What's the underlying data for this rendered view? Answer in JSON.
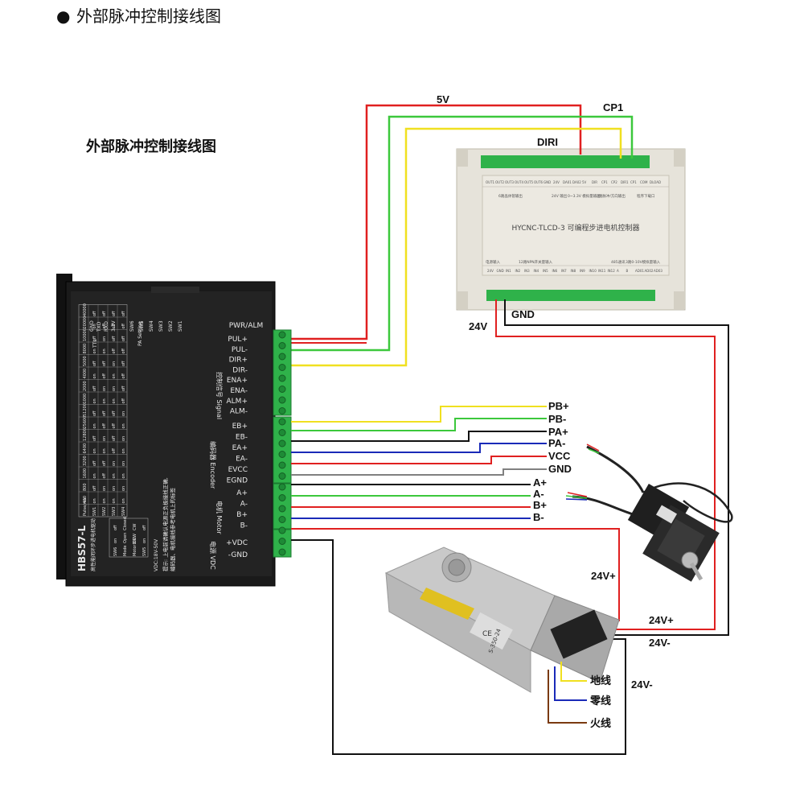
{
  "header": {
    "bullet": "●",
    "title": "外部脉冲控制接线图"
  },
  "subtitle": "外部脉冲控制接线图",
  "controller": {
    "model": "HYCNC-TLCD-3 可编程步进电机控制器",
    "top_terms": [
      "OUT1",
      "OUT2",
      "OUT3",
      "OUT4",
      "OUT5",
      "OUT6",
      "GND",
      "24V",
      "DA01",
      "DA02",
      "5V",
      "DIR",
      "CP1",
      "CP2",
      "DIR1",
      "CP1",
      "COM",
      "DLOAD"
    ],
    "top_notes": [
      "6路晶体管输出",
      "24V 输出",
      "0~3.3V 模拟量输出",
      "3路脉冲/方向输出",
      "程序下载口"
    ],
    "bottom_terms": [
      "24V",
      "GND",
      "IN1",
      "IN2",
      "IN3",
      "IN4",
      "IN5",
      "IN6",
      "IN7",
      "IN8",
      "IN9",
      "IN10",
      "IN11",
      "IN12",
      "A",
      "B",
      "AD01",
      "AD02",
      "AD03"
    ],
    "bottom_notes": [
      "电源输入",
      "12路NPN开关量输入",
      "485通讯",
      "3路0-10V模拟量输入"
    ]
  },
  "driver": {
    "model": "HBS57-L",
    "desc": "高性能闭环步进电机驱动",
    "warning1": "提示: 上电前请确认电源正负极接线正确,",
    "warning2": "编码器、电机接线参考电机上的标签",
    "vdc_range": "VDC:18V-50V",
    "ttl_pins": [
      "GND",
      "TXD",
      "RXD",
      "3.3V"
    ],
    "ttl_label": "TTL",
    "pa_pins": [
      "SW6",
      "SW5",
      "SW4",
      "SW3",
      "SW2",
      "SW1"
    ],
    "pa_label": "PA Setting",
    "pwr_alm": "PWR/ALM",
    "table_header": [
      "Pulse/rev",
      "SW1",
      "SW2",
      "SW3",
      "SW4"
    ],
    "rows": [
      [
        "400",
        "on",
        "on",
        "on",
        "on"
      ],
      [
        "800",
        "off",
        "on",
        "on",
        "on"
      ],
      [
        "1600",
        "on",
        "off",
        "on",
        "on"
      ],
      [
        "3200",
        "off",
        "off",
        "on",
        "on"
      ],
      [
        "6400",
        "on",
        "on",
        "off",
        "on"
      ],
      [
        "12800",
        "off",
        "on",
        "off",
        "on"
      ],
      [
        "25600",
        "on",
        "off",
        "off",
        "on"
      ],
      [
        "51200",
        "off",
        "off",
        "off",
        "on"
      ],
      [
        "1000",
        "on",
        "on",
        "on",
        "off"
      ],
      [
        "2000",
        "off",
        "on",
        "on",
        "off"
      ],
      [
        "4000",
        "on",
        "off",
        "on",
        "off"
      ],
      [
        "5000",
        "off",
        "off",
        "on",
        "off"
      ],
      [
        "8000",
        "on",
        "on",
        "off",
        "off"
      ],
      [
        "10000",
        "off",
        "on",
        "off",
        "off"
      ],
      [
        "20000",
        "on",
        "off",
        "off",
        "off"
      ],
      [
        "40000",
        "off",
        "off",
        "off",
        "off"
      ]
    ],
    "mode_header": [
      "SW6",
      "Mode",
      "MotorDIR",
      "SW5"
    ],
    "mode_rows": [
      [
        "on",
        "Open",
        "CCW",
        "on"
      ],
      [
        "off",
        "Closed",
        "CW",
        "off"
      ]
    ],
    "signal_group": "控制信号 Signal",
    "signal_pins": [
      "PUL+",
      "PUL-",
      "DIR+",
      "DIR-",
      "ENA+",
      "ENA-",
      "ALM+",
      "ALM-"
    ],
    "encoder_group": "编码器 Encoder",
    "encoder_pins": [
      "EB+",
      "EB-",
      "EA+",
      "EA-",
      "EVCC",
      "EGND"
    ],
    "motor_group": "电机 Motor",
    "motor_pins": [
      "A+",
      "A-",
      "B+",
      "B-"
    ],
    "power_group": "电源 VDC",
    "power_pins": [
      "+VDC",
      "-GND"
    ]
  },
  "labels": {
    "5v": "5V",
    "cp1": "CP1",
    "diri": "DIRI",
    "gnd": "GND",
    "24v": "24V",
    "encoder_wires": [
      "PB+",
      "PB-",
      "PA+",
      "PA-",
      "VCC",
      "GND"
    ],
    "motor_wires": [
      "A+",
      "A-",
      "B+",
      "B-"
    ],
    "psu_24v_plus_a": "24V+",
    "psu_24v_plus_b": "24V+",
    "psu_24v_minus_a": "24V-",
    "psu_24v_minus_b": "24V-",
    "earth": "地线",
    "neutral": "零线",
    "live": "火线"
  },
  "psu": {
    "label": "S-350-24",
    "ce": "CE"
  },
  "colors": {
    "red": "#e02020",
    "green": "#3cc83c",
    "yellow": "#f0e020",
    "black": "#111111",
    "blue": "#1a2ab8",
    "brown": "#7a3a10",
    "grey": "#808080",
    "terminal": "#2fb24a"
  }
}
